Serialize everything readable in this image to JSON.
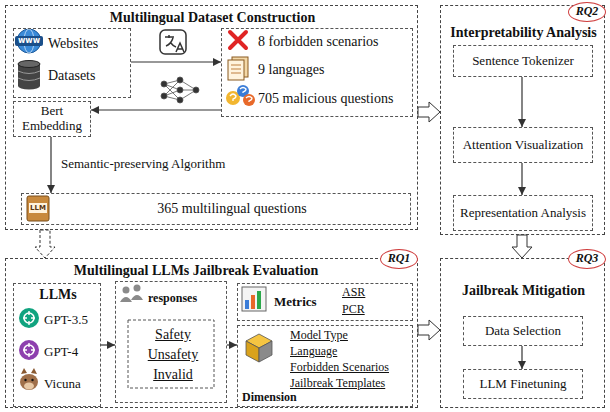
{
  "diagram": {
    "nodes": [
      {
        "text": [
          "Multilingual Dataset Construction"
        ]
      },
      {
        "text": [
          "Websites",
          "Datasets"
        ],
        "in": 0
      },
      {
        "text": [
          "8 forbidden scenarios",
          "9 languages",
          "705 malicious questions"
        ],
        "in": 0
      },
      {
        "text": [
          "Bert Embedding"
        ],
        "in": 0
      },
      {
        "text": [
          "365 multilingual questions"
        ],
        "in": 0
      },
      {
        "text": [
          "Interpretability Analysis"
        ]
      },
      {
        "text": [
          "Sentence Tokenizer"
        ],
        "in": 5
      },
      {
        "text": [
          "Attention Visualization"
        ],
        "in": 5
      },
      {
        "text": [
          "Representation Analysis"
        ],
        "in": 5
      },
      {
        "text": [
          "Multilingual LLMs Jailbreak Evaluation"
        ]
      },
      {
        "text": [
          "LLMs",
          "GPT-3.5",
          "GPT-4",
          "Vicuna"
        ],
        "in": 9
      },
      {
        "text": [
          "responses",
          "Safety",
          "Unsafety",
          "Invalid"
        ],
        "in": 9
      },
      {
        "text": [
          "Metrics",
          "ASR",
          "PCR"
        ],
        "in": 9
      },
      {
        "text": [
          "Model Type",
          "Language",
          "Forbidden Scenarios",
          "Jailbreak Templates",
          "Dimension"
        ],
        "in": 9
      },
      {
        "text": [
          "Jailbreak Mitigation"
        ]
      },
      {
        "text": [
          "Data Selection"
        ],
        "in": 14
      },
      {
        "text": [
          "LLM Finetuning"
        ],
        "in": 14
      },
      {
        "text": [
          "RQ1"
        ]
      },
      {
        "text": [
          "RQ2"
        ]
      },
      {
        "text": [
          "RQ3"
        ]
      }
    ],
    "edges": [
      {
        "from": 1,
        "to": 2,
        "arrow": "to"
      },
      {
        "from": 2,
        "to": 3,
        "arrow": "to"
      },
      {
        "from": 3,
        "to": 4,
        "label": "Semantic-preserving Algorithm",
        "arrow": "to"
      },
      {
        "from": 0,
        "to": 5,
        "arrow": "to"
      },
      {
        "from": 0,
        "to": 9,
        "arrow": "to"
      },
      {
        "from": 6,
        "to": 7,
        "arrow": "to"
      },
      {
        "from": 7,
        "to": 8,
        "arrow": "to"
      },
      {
        "from": 5,
        "to": 14,
        "arrow": "to"
      },
      {
        "from": 10,
        "to": 11,
        "arrow": "to"
      },
      {
        "from": 11,
        "to": 13,
        "arrow": "to"
      },
      {
        "from": 9,
        "to": 14,
        "arrow": "to"
      },
      {
        "from": 15,
        "to": 16,
        "arrow": "to"
      }
    ],
    "labels": [
      "www",
      "LLM"
    ]
  }
}
